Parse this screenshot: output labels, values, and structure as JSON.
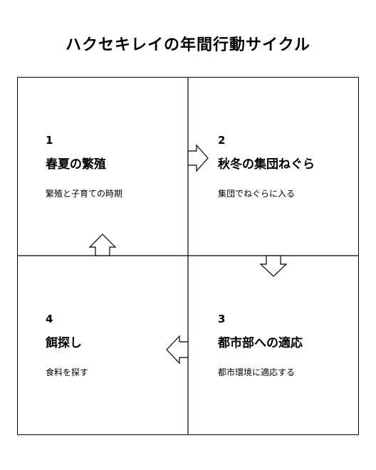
{
  "title": "ハクセキレイの年間行動サイクル",
  "stages": [
    {
      "number": "1",
      "heading": "春夏の繁殖",
      "description": "繁殖と子育ての時期"
    },
    {
      "number": "2",
      "heading": "秋冬の集団ねぐら",
      "description": "集団でねぐらに入る"
    },
    {
      "number": "3",
      "heading": "都市部への適応",
      "description": "都市環境に適応する"
    },
    {
      "number": "4",
      "heading": "餌探し",
      "description": "食料を探す"
    }
  ],
  "colors": {
    "line": "#000000",
    "background": "#ffffff"
  }
}
